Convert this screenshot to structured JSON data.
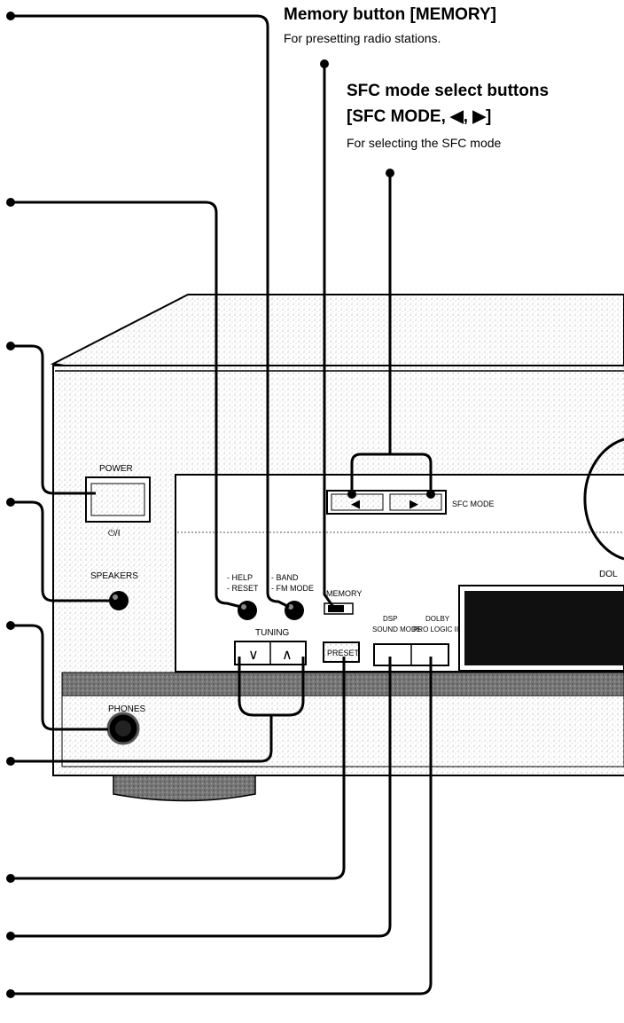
{
  "callouts": {
    "memory": {
      "title": "Memory button [MEMORY]",
      "desc": "For presetting radio stations."
    },
    "sfc": {
      "title_line1": "SFC mode select buttons",
      "title_line2": "[SFC MODE, ◀, ▶]",
      "desc": "For selecting the SFC mode"
    }
  },
  "panel_labels": {
    "power": "POWER",
    "standby": "⏻/I",
    "speakers": "SPEAKERS",
    "phones": "PHONES",
    "help": "- HELP",
    "reset": "- RESET",
    "band": "- BAND",
    "fm_mode": "- FM MODE",
    "memory": "MEMORY",
    "tuning": "TUNING",
    "tune_down": "∨",
    "tune_up": "∧",
    "preset": "PRESET",
    "dsp_line1": "DSP",
    "dsp_line2": "SOUND MODE",
    "dolby_line1": "DOLBY",
    "dolby_line2": "PRO LOGIC II",
    "sfc_mode": "SFC MODE",
    "sfc_left": "◀",
    "sfc_right": "▶",
    "display_partial": "DOL"
  }
}
